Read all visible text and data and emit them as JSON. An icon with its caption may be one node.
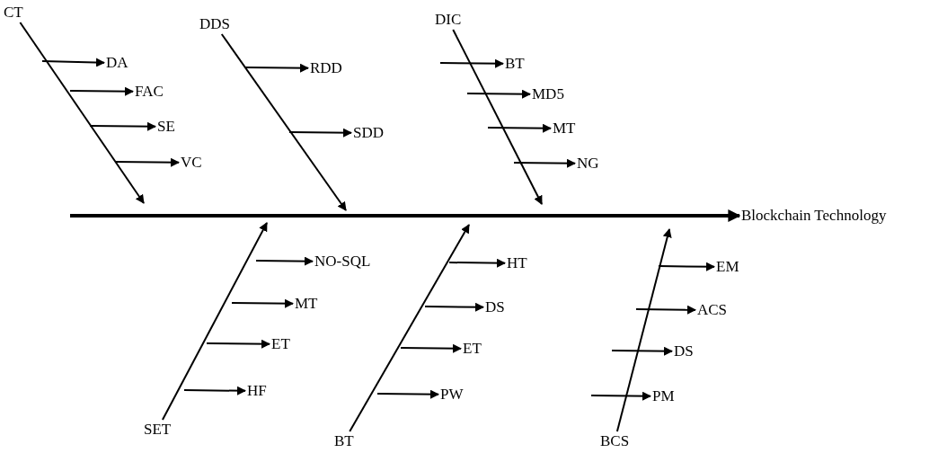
{
  "diagram": {
    "nodes": [
      {
        "text": [
          "CT"
        ]
      },
      {
        "text": [
          "DA"
        ]
      },
      {
        "text": [
          "FAC"
        ]
      },
      {
        "text": [
          "SE"
        ]
      },
      {
        "text": [
          "VC"
        ]
      },
      {
        "text": [
          "DDS"
        ]
      },
      {
        "text": [
          "RDD"
        ]
      },
      {
        "text": [
          "SDD"
        ]
      },
      {
        "text": [
          "DIC"
        ]
      },
      {
        "text": [
          "BT"
        ]
      },
      {
        "text": [
          "MD5"
        ]
      },
      {
        "text": [
          "MT"
        ]
      },
      {
        "text": [
          "NG"
        ]
      },
      {
        "text": [
          "Blockchain Technology"
        ]
      },
      {
        "text": [
          "SET"
        ]
      },
      {
        "text": [
          "NO-SQL"
        ]
      },
      {
        "text": [
          "MT"
        ]
      },
      {
        "text": [
          "ET"
        ]
      },
      {
        "text": [
          "HF"
        ]
      },
      {
        "text": [
          "BT"
        ]
      },
      {
        "text": [
          "HT"
        ]
      },
      {
        "text": [
          "DS"
        ]
      },
      {
        "text": [
          "ET"
        ]
      },
      {
        "text": [
          "PW"
        ]
      },
      {
        "text": [
          "BCS"
        ]
      },
      {
        "text": [
          "EM"
        ]
      },
      {
        "text": [
          "ACS"
        ]
      },
      {
        "text": [
          "DS"
        ]
      },
      {
        "text": [
          "PM"
        ]
      }
    ],
    "edges": [
      {
        "from": null,
        "to": 13,
        "arrow": "to",
        "style": "thick"
      },
      {
        "from": 0,
        "to": null,
        "arrow": "to"
      },
      {
        "from": null,
        "to": 1,
        "arrow": "to"
      },
      {
        "from": null,
        "to": 2,
        "arrow": "to"
      },
      {
        "from": null,
        "to": 3,
        "arrow": "to"
      },
      {
        "from": null,
        "to": 4,
        "arrow": "to"
      },
      {
        "from": 5,
        "to": null,
        "arrow": "to"
      },
      {
        "from": null,
        "to": 6,
        "arrow": "to"
      },
      {
        "from": null,
        "to": 7,
        "arrow": "to"
      },
      {
        "from": 8,
        "to": null,
        "arrow": "to"
      },
      {
        "from": null,
        "to": 9,
        "arrow": "to"
      },
      {
        "from": null,
        "to": 10,
        "arrow": "to"
      },
      {
        "from": null,
        "to": 11,
        "arrow": "to"
      },
      {
        "from": null,
        "to": 12,
        "arrow": "to"
      },
      {
        "from": 14,
        "to": null,
        "arrow": "to"
      },
      {
        "from": null,
        "to": 15,
        "arrow": "to"
      },
      {
        "from": null,
        "to": 16,
        "arrow": "to"
      },
      {
        "from": null,
        "to": 17,
        "arrow": "to"
      },
      {
        "from": null,
        "to": 18,
        "arrow": "to"
      },
      {
        "from": 19,
        "to": null,
        "arrow": "to"
      },
      {
        "from": null,
        "to": 20,
        "arrow": "to"
      },
      {
        "from": null,
        "to": 21,
        "arrow": "to"
      },
      {
        "from": null,
        "to": 22,
        "arrow": "to"
      },
      {
        "from": null,
        "to": 23,
        "arrow": "to"
      },
      {
        "from": 24,
        "to": null,
        "arrow": "to"
      },
      {
        "from": null,
        "to": 25,
        "arrow": "to"
      },
      {
        "from": null,
        "to": 26,
        "arrow": "to"
      },
      {
        "from": null,
        "to": 27,
        "arrow": "to"
      },
      {
        "from": null,
        "to": 28,
        "arrow": "to"
      }
    ]
  }
}
